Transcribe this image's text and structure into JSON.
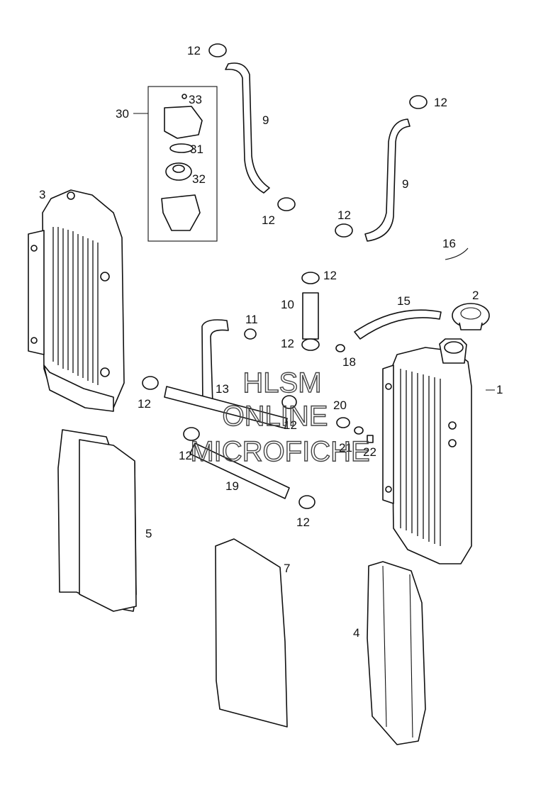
{
  "diagram": {
    "callouts": {
      "n1": "1",
      "n2": "2",
      "n3": "3",
      "n4": "4",
      "n5": "5",
      "n7": "7",
      "n9a": "9",
      "n9b": "9",
      "n10": "10",
      "n11": "11",
      "n12": "12",
      "n13": "13",
      "n15": "15",
      "n16": "16",
      "n18": "18",
      "n19": "19",
      "n20": "20",
      "n21": "21",
      "n22": "22",
      "n30": "30",
      "n31": "31",
      "n32": "32",
      "n33": "33"
    },
    "watermark": {
      "line1": "HLSM",
      "line2": "ONLINE",
      "line3": "MICROFICHE"
    }
  }
}
